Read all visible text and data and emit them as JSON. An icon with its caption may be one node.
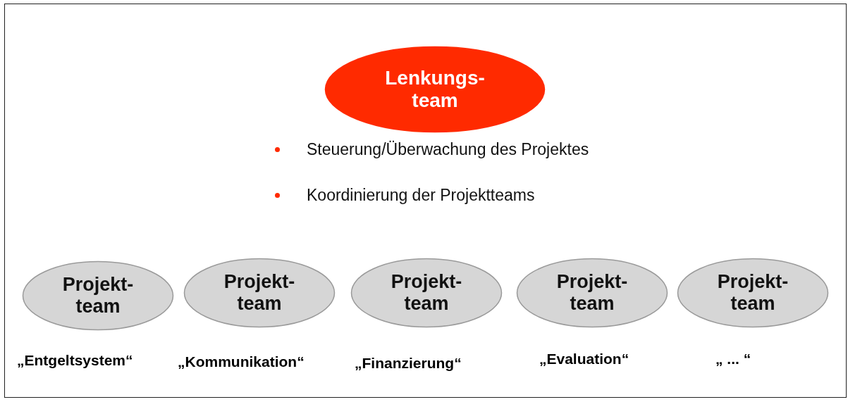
{
  "diagram": {
    "nodes": [
      {
        "text": [
          "Lenkungs- team"
        ],
        "beside": [
          "Steuerung/Überwachung des Projektes",
          "Koordinierung der Projektteams"
        ]
      },
      {
        "text": [
          "Projekt- team"
        ],
        "beside": [
          "„Entgeltsystem“"
        ]
      },
      {
        "text": [
          "Projekt- team"
        ],
        "beside": [
          "„Kommunikation“"
        ]
      },
      {
        "text": [
          "Projekt- team"
        ],
        "beside": [
          "„Finanzierung“"
        ]
      },
      {
        "text": [
          "Projekt- team"
        ],
        "beside": [
          "„Evaluation“"
        ]
      },
      {
        "text": [
          "Projekt- team"
        ],
        "beside": [
          "„ ... “"
        ]
      }
    ],
    "edges": []
  }
}
